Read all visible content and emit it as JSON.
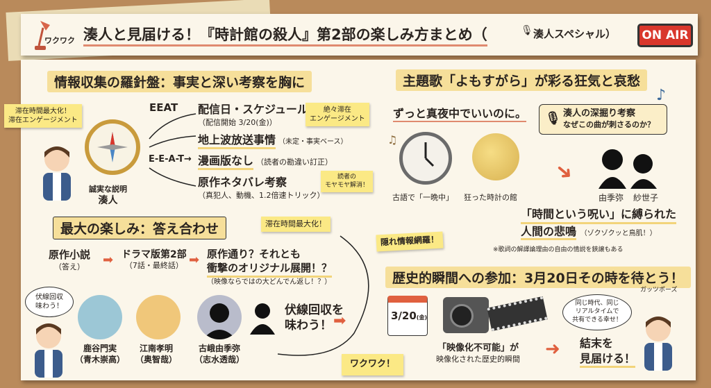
{
  "title": {
    "exclaim": "ワクワク",
    "main": "湊人と見届ける！『時計館の殺人』第2部の楽しみ方まとめ（",
    "special": "湊人スペシャル）",
    "on_air": "ON AIR"
  },
  "sec1": {
    "header": "情報収集の羅針盤：事実と深い考察を胸に",
    "note_left": [
      "滞在時間最大化！",
      "滞在エンゲージメント"
    ],
    "presenter": [
      "誠実な説明",
      "湊人"
    ],
    "eeat": "EEAT",
    "eeat2": "E-E-A-T→",
    "items": [
      {
        "title": "配信日・スケジュール",
        "sub": "（配信開始 3/20(金)）"
      },
      {
        "title": "地上波放送事情",
        "sub": "（未定・事実ベース）"
      },
      {
        "title": "漫画版なし",
        "sub": "（読者の勘違い訂正）"
      },
      {
        "title": "原作ネタバレ考察",
        "sub": "（真犯人、動機、1.2倍速トリック）"
      }
    ],
    "note_engage": [
      "絶々滞在",
      "エンゲージメント"
    ],
    "note_reader": [
      "読者の",
      "モヤモヤ解消！"
    ]
  },
  "sec2": {
    "header": "最大の楽しみ：答え合わせ",
    "note": "滞在時間最大化！",
    "flow": [
      {
        "title": "原作小説",
        "sub": "（答え）"
      },
      {
        "title": "ドラマ版第2部",
        "sub": "（7話・最終話）"
      },
      {
        "title": "原作通り？それとも",
        "title2": "衝撃のオリジナル展開！？",
        "sub": "（映像ならではの大どんでん返し！？）"
      }
    ],
    "bubble": [
      "伏線回収",
      "味わう！"
    ],
    "cast": [
      {
        "role": "鹿谷門実",
        "actor": "（青木崇高）",
        "color": "#9cc7d6"
      },
      {
        "role": "江南孝明",
        "actor": "（奥智哉）",
        "color": "#f0c77a"
      },
      {
        "role": "古峨由季弥",
        "actor": "（志水透哉）",
        "color": "#b9bccb"
      }
    ],
    "enjoy": [
      "伏線回収を",
      "味わう！"
    ],
    "wakuwaku": "ワクワク！"
  },
  "sec3": {
    "header": "主題歌「よもすがら」が彩る狂気と哀愁",
    "artist": "ずっと真夜中でいいのに。",
    "mic_box": [
      "湊人の深掘り考察",
      "なぜこの曲が刺さるのか？"
    ],
    "clock_label": "古語で「一晩中」",
    "moon_label": "狂った時計の館",
    "names": [
      "由季弥",
      "紗世子"
    ],
    "curse1": "「時間という呪い」に縛られた",
    "curse2": "人間の悲鳴",
    "curse_sub": "（ゾクゾクッと鳥肌！）",
    "hidden": "隠れ情報網羅！",
    "footnote": "※歌詞の解譯論理由の自由の情説を鋏譲もある"
  },
  "sec4": {
    "header": "歴史的瞬間への参加：3月20日その時を待とう！",
    "cal_date": "3/20",
    "cal_day": "(金)",
    "camera_text": [
      "「映像化不可能」が",
      "映像化された歴史的瞬間"
    ],
    "bubble": [
      "同じ時代、同じ",
      "リアルタイムで",
      "共有できる幸せ！"
    ],
    "pose": "ガッツポーズ",
    "finale": [
      "結末を",
      "見届ける！"
    ]
  },
  "colors": {
    "cork": "#b98a5b",
    "paper": "#fbf6ea",
    "highlight": "#f6df9a",
    "accent": "#e0603f",
    "onair": "#d9372c"
  }
}
